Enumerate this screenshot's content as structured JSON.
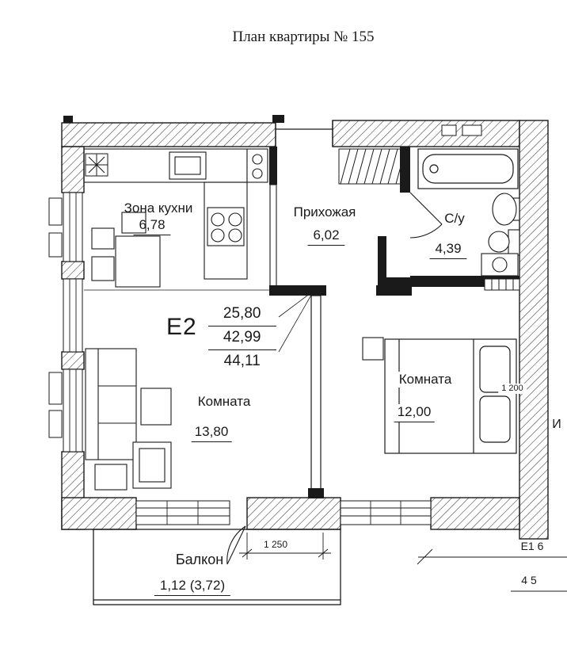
{
  "title": "План квартиры № 155",
  "apartment": {
    "code": "Е2",
    "living_area": "25,80",
    "total_area": "42,99",
    "total_area_with_balcony": "44,11"
  },
  "rooms": {
    "kitchen": {
      "name": "Зона кухни",
      "area": "6,78"
    },
    "hallway": {
      "name": "Прихожая",
      "area": "6,02"
    },
    "bathroom": {
      "name": "С/у",
      "area": "4,39"
    },
    "room1": {
      "name": "Комната",
      "area": "13,80"
    },
    "room2": {
      "name": "Комната",
      "area": "12,00"
    },
    "balcony": {
      "name": "Балкон",
      "area": "1,12 (3,72)"
    }
  },
  "dimensions": {
    "balcony_opening_width": "1 250",
    "right_wall_mark": "1 200",
    "right_edge_letter": "И",
    "neighbor_code": "Е1 6",
    "neighbor_area": "4  5"
  }
}
